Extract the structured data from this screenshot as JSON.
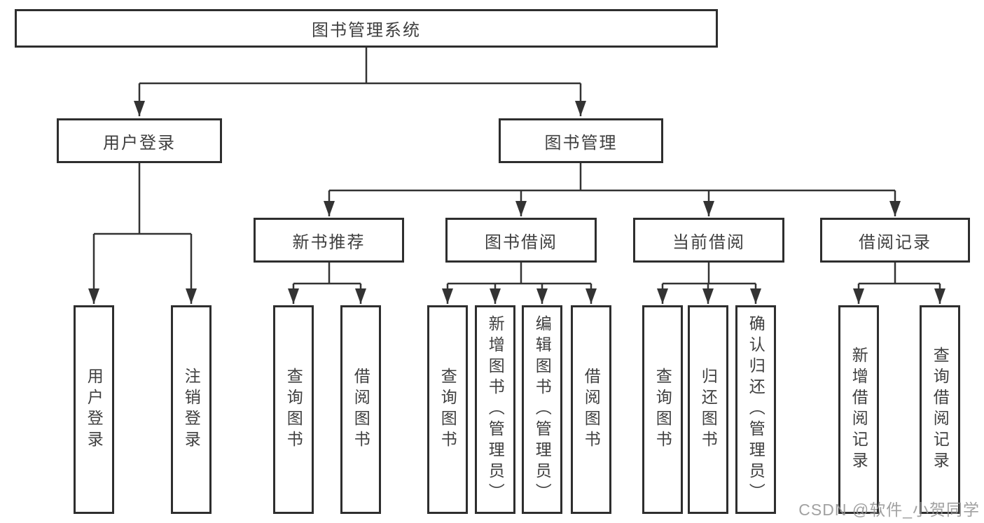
{
  "colors": {
    "line": "#333333",
    "box_border": "#2e2e2e",
    "text": "#3f3f3f",
    "watermark": "#949494",
    "background": "#ffffff"
  },
  "nodes": {
    "root": "图书管理系统",
    "branches": [
      "用户登录",
      "图书管理"
    ],
    "modules": [
      "新书推荐",
      "图书借阅",
      "当前借阅",
      "借阅记录"
    ],
    "leaf_groups": [
      [
        "用户登录",
        "注销登录"
      ],
      [
        "查询图书",
        "借阅图书"
      ],
      [
        "查询图书",
        "新增图书（管理员）",
        "编辑图书（管理员）",
        "借阅图书"
      ],
      [
        "查询图书",
        "归还图书",
        "确认归还（管理员）"
      ],
      [
        "新增借阅记录",
        "查询借阅记录"
      ]
    ]
  },
  "watermark": "CSDN @软件_小贺同学"
}
